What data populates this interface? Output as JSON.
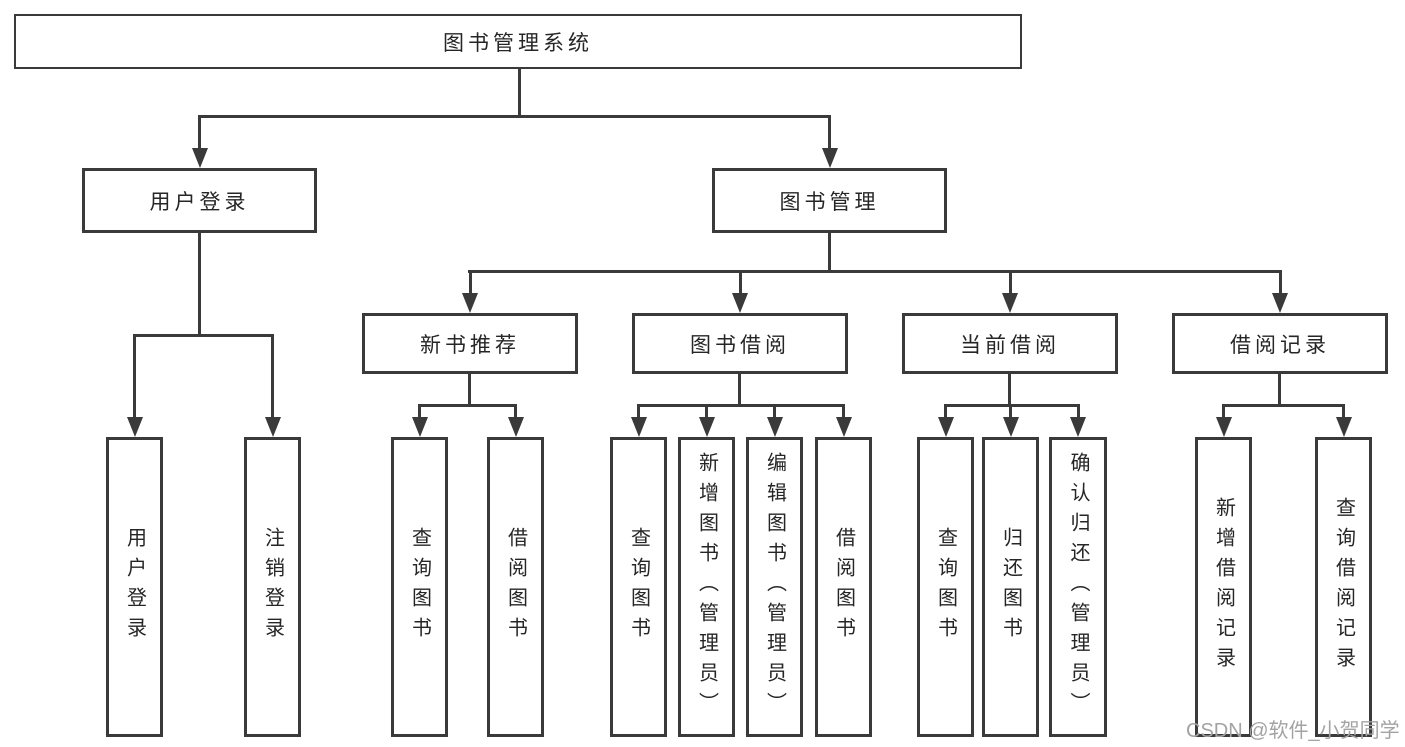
{
  "nodes": {
    "root": {
      "label": "图书管理系统"
    },
    "level2": {
      "user_login": {
        "label": "用户登录",
        "children": [
          "用户登录",
          "注销登录"
        ]
      },
      "book_management": {
        "label": "图书管理"
      }
    },
    "level3": {
      "new_book_recommend": {
        "label": "新书推荐",
        "children": [
          "查询图书",
          "借阅图书"
        ]
      },
      "book_borrow": {
        "label": "图书借阅",
        "children": [
          "查询图书",
          "新增图书（管理员）",
          "编辑图书（管理员）",
          "借阅图书"
        ]
      },
      "current_borrow": {
        "label": "当前借阅",
        "children": [
          "查询图书",
          "归还图书",
          "确认归还（管理员）"
        ]
      },
      "borrow_record": {
        "label": "借阅记录",
        "children": [
          "新增借阅记录",
          "查询借阅记录"
        ]
      }
    }
  },
  "watermark": "CSDN @软件_小贺同学",
  "colors": {
    "line": "#3a3a3a",
    "text": "#262626",
    "watermark": "#a3a3a3",
    "background": "#ffffff"
  }
}
